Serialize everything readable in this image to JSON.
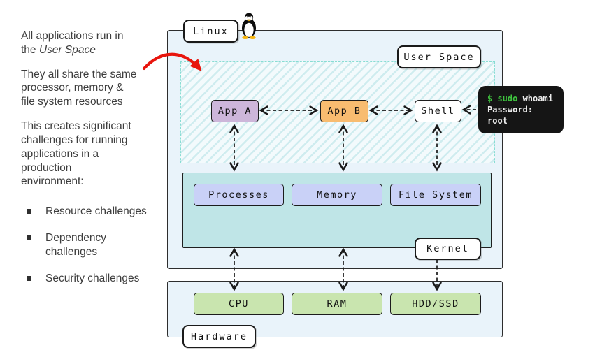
{
  "sidebar_notes": {
    "para1_text": "All applications run in\nthe ",
    "para1_italic": "User Space",
    "para2": "They all share the same\nprocessor, memory &\nfile system resources",
    "para3": "This creates significant\nchallenges for running\napplications in a\nproduction\nenvironment:",
    "bullets": [
      "Resource challenges",
      "Dependency\nchallenges",
      "Security challenges"
    ]
  },
  "diagram": {
    "linux": {
      "label": "Linux"
    },
    "user_space": {
      "label": "User Space",
      "apps": [
        {
          "label": "App A"
        },
        {
          "label": "App B"
        },
        {
          "label": "Shell"
        }
      ]
    },
    "kernel": {
      "label": "Kernel",
      "components": [
        {
          "label": "Processes"
        },
        {
          "label": "Memory"
        },
        {
          "label": "File System"
        }
      ]
    },
    "hardware": {
      "label": "Hardware",
      "components": [
        {
          "label": "CPU"
        },
        {
          "label": "RAM"
        },
        {
          "label": "HDD/SSD"
        }
      ]
    },
    "terminal": {
      "prompt": "$ sudo",
      "command": " whoami",
      "line2": "Password:",
      "line3": "root"
    }
  },
  "colors": {
    "app_a_fill": "#cdb6da",
    "app_b_fill": "#f8bc70",
    "kernel_region_fill": "#bfe5e7",
    "kernel_item_fill": "#c9d1f7",
    "hardware_item_fill": "#c9e5af",
    "container_fill": "#e9f3fa",
    "userspace_border": "#87ddd3",
    "terminal_bg": "#151515",
    "terminal_green": "#3fc53f",
    "red_arrow": "#e8150d"
  }
}
